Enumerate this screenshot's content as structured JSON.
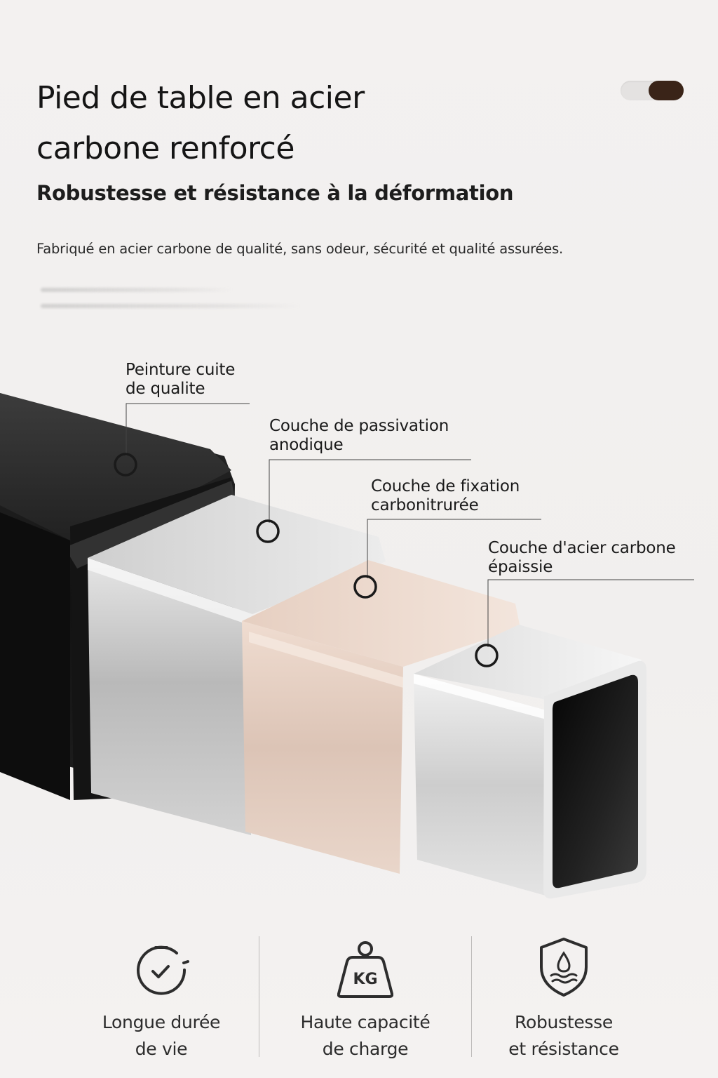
{
  "header": {
    "title": "Pied de table en acier carbone renforcé",
    "subtitle": "Robustesse et résistance à la déformation",
    "description": "Fabriqué en acier carbone de qualité, sans odeur, sécurité et qualité assurées."
  },
  "toggle": {
    "state": "on",
    "track_color": "#e4e2e1",
    "knob_color": "#3a2418"
  },
  "layers": [
    {
      "label": "Peinture cuite\nde qualite",
      "color": "#1b1b1b"
    },
    {
      "label": "Couche de passivation\nanodique",
      "color": "#c9c9c9"
    },
    {
      "label": "Couche de fixation\ncarbonitrurée",
      "color": "#e6cfc2"
    },
    {
      "label": "Couche d'acier carbone\népaissie",
      "color": "#d9d9d9"
    }
  ],
  "features": [
    {
      "icon": "timer-check-icon",
      "label": "Longue durée\nde vie"
    },
    {
      "icon": "kg-weight-icon",
      "label": "Haute capacité\nde charge",
      "icon_text": "KG"
    },
    {
      "icon": "shield-water-icon",
      "label": "Robustesse\net résistance"
    }
  ]
}
